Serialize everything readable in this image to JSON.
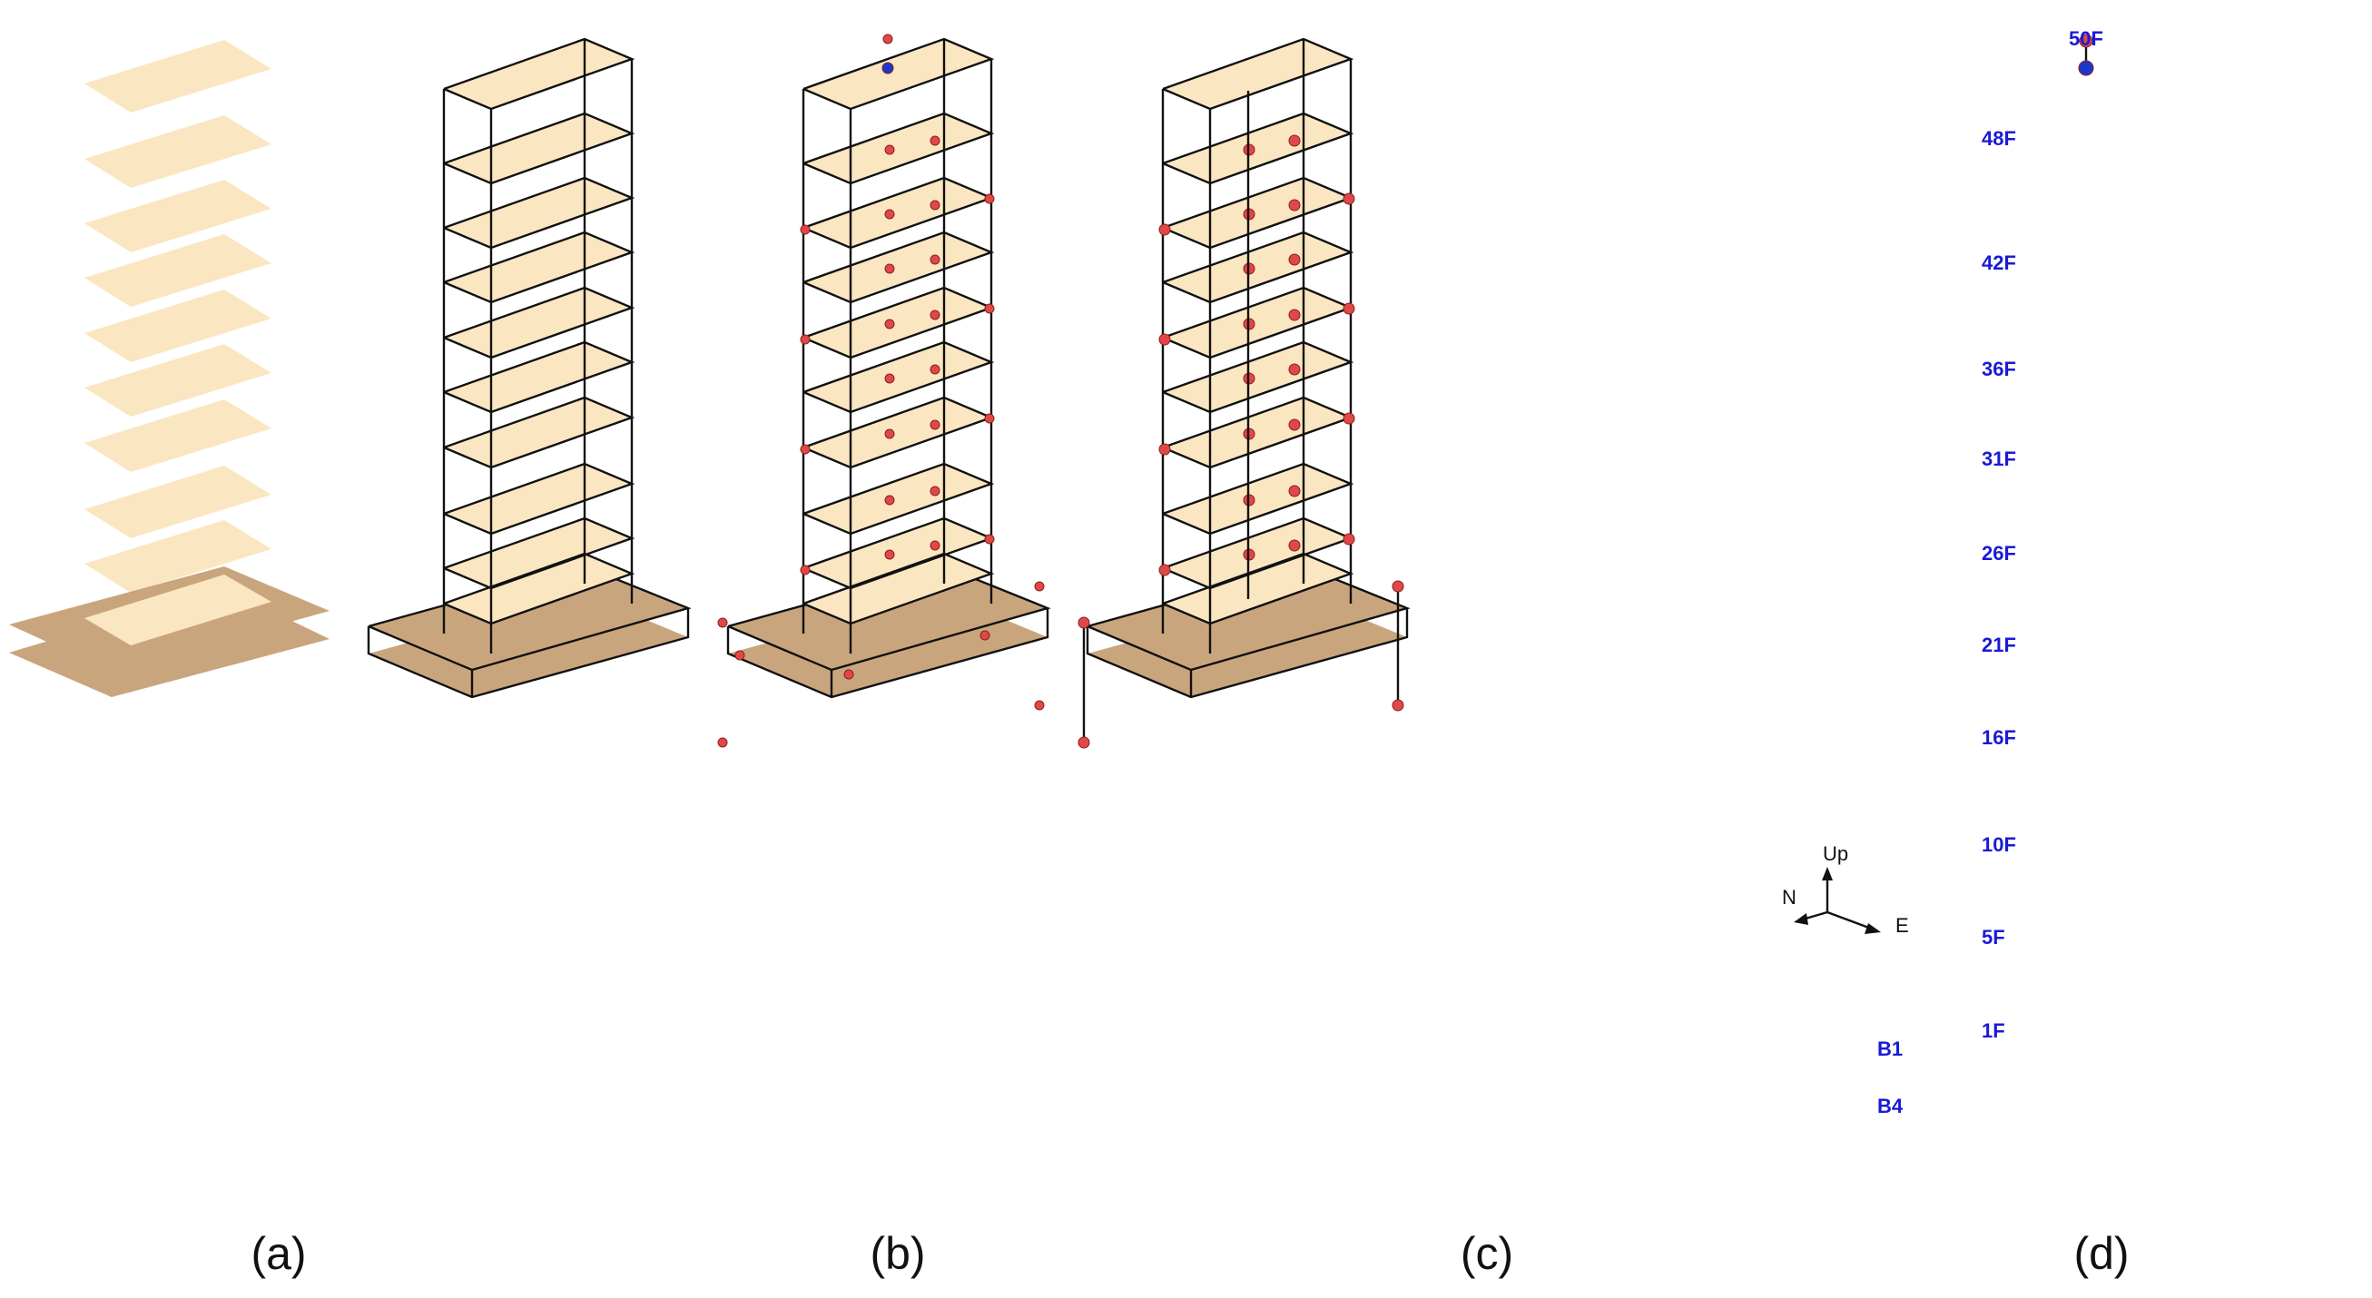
{
  "figure": {
    "panels": [
      {
        "id": "a",
        "label": "(a)"
      },
      {
        "id": "b",
        "label": "(b)"
      },
      {
        "id": "c",
        "label": "(c)"
      },
      {
        "id": "d",
        "label": "(d)"
      }
    ],
    "floor_labels": [
      "50F",
      "48F",
      "42F",
      "36F",
      "31F",
      "26F",
      "21F",
      "16F",
      "10F",
      "5F",
      "1F",
      "B1",
      "B4"
    ],
    "axes": {
      "up": "Up",
      "north": "N",
      "east": "E"
    }
  },
  "colors": {
    "slab_light": "#fbe6c2",
    "slab_dark": "#c9a57e",
    "edge": "#111111",
    "sensor_red": "#e04848",
    "sensor_blue": "#1c38c8",
    "floor_label": "#1a1ad6"
  }
}
